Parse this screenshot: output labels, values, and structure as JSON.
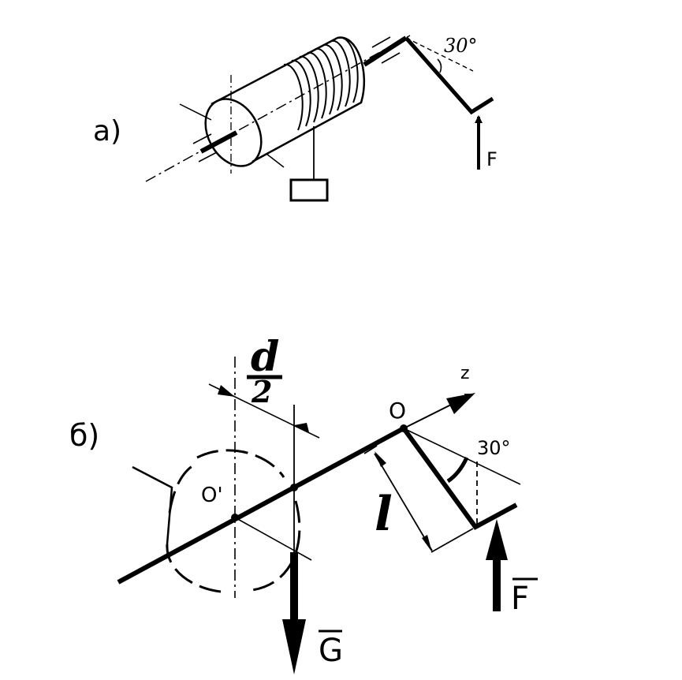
{
  "figure_a": {
    "label": "а)",
    "angle": "30°",
    "force": "F"
  },
  "figure_b": {
    "label": "б)",
    "dim_numerator": "d",
    "dim_denominator": "2",
    "axis": "z",
    "point_o": "O",
    "point_o_prime": "O'",
    "length": "l",
    "angle": "30°",
    "force_f": "F",
    "force_g": "G"
  }
}
